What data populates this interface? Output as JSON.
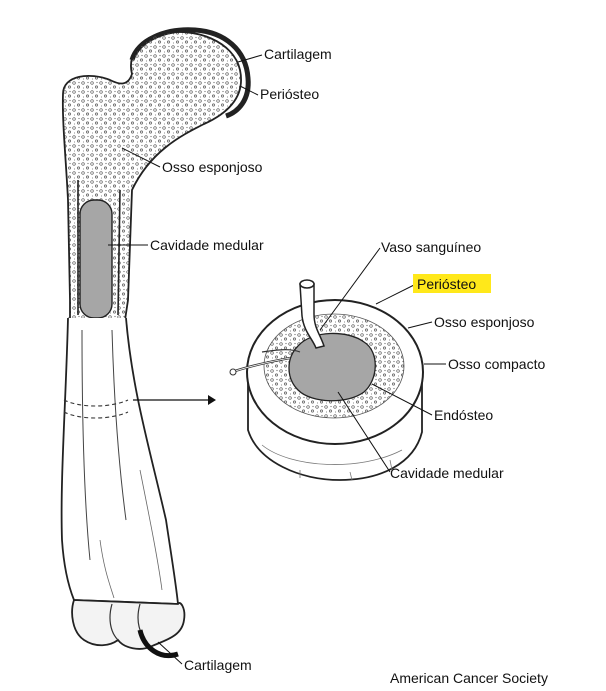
{
  "labels": {
    "cartilagem_top": "Cartilagem",
    "periosteo_top": "Periósteo",
    "osso_esponjoso_long": "Osso esponjoso",
    "cavidade_medular_long": "Cavidade medular",
    "vaso_sanguineo": "Vaso sanguíneo",
    "periosteo_section": "Periósteo",
    "osso_esponjoso_section": "Osso esponjoso",
    "osso_compacto": "Osso compacto",
    "endosteo": "Endósteo",
    "cavidade_medular_section": "Cavidade medular",
    "cartilagem_bottom": "Cartilagem"
  },
  "credit": "American Cancer Society",
  "colors": {
    "highlight": "#ffe81a",
    "marrow": "#a6a6a6",
    "outline": "#222222"
  }
}
